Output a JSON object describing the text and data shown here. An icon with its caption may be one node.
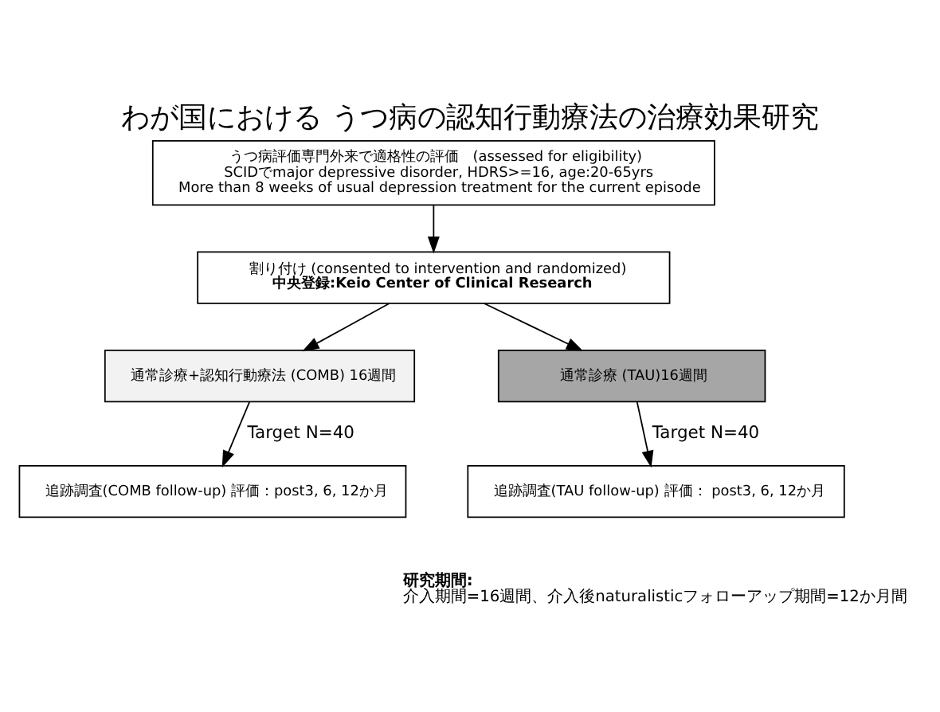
{
  "diagram": {
    "title": "わが国における うつ病の認知行動療法の治療効果研究",
    "nodes": [
      {
        "text": [
          "うつ病評価専門外来で適格性の評価　(assessed for eligibility)",
          "SCIDでmajor depressive disorder, HDRS>=16, age:20-65yrs",
          "More than 8 weeks of usual depression treatment for the current episode"
        ]
      },
      {
        "text": [
          "割り付け (consented to intervention and randomized)",
          "中央登録:Keio Center of Clinical Research"
        ]
      },
      {
        "text": [
          "通常診療+認知行動療法 (COMB) 16週間"
        ]
      },
      {
        "text": [
          "通常診療 (TAU)16週間"
        ]
      },
      {
        "text": [
          "追跡調査(COMB follow-up) 評価：post3, 6, 12か月"
        ]
      },
      {
        "text": [
          "追跡調査(TAU follow-up) 評価： post3, 6, 12か月"
        ]
      }
    ],
    "edges": [
      {
        "from": 0,
        "to": 1,
        "arrow": "to"
      },
      {
        "from": 1,
        "to": 2,
        "arrow": "to"
      },
      {
        "from": 1,
        "to": 3,
        "arrow": "to"
      },
      {
        "from": 2,
        "to": 4,
        "arrow": "to",
        "label": "Target N=40"
      },
      {
        "from": 3,
        "to": 5,
        "arrow": "to",
        "label": "Target N=40"
      }
    ],
    "labels": [
      "研究期間:",
      "介入期間=16週間、介入後naturalisticフォローアップ期間=12か月間"
    ]
  }
}
